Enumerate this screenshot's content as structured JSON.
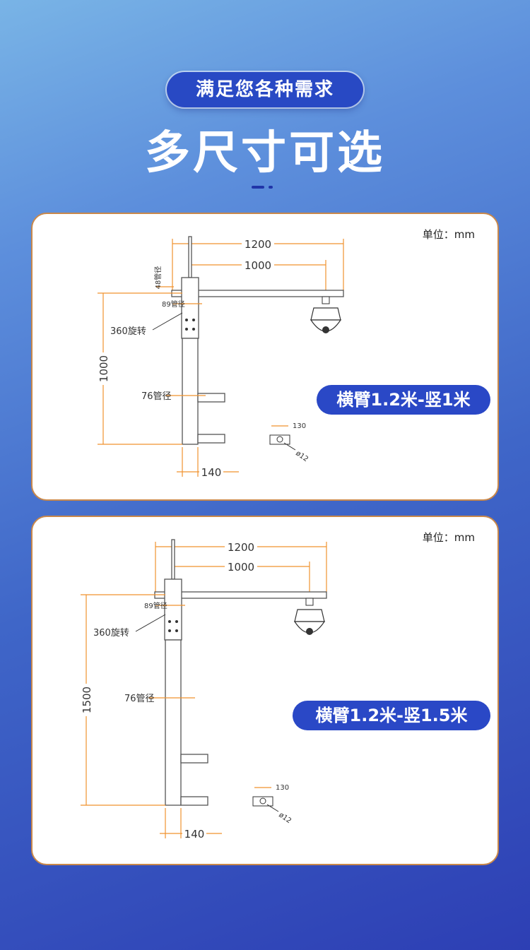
{
  "header": {
    "pill_text": "满足您各种需求",
    "title": "多尺寸可选"
  },
  "cards": [
    {
      "unit_label": "单位：mm",
      "badge": "横臂1.2米-竖1米",
      "dims": {
        "arm_total": "1200",
        "arm_offset": "1000",
        "height": "1000",
        "bracket": "140",
        "plate": "130",
        "hole": "ø12",
        "arm_pipe": "48管径",
        "top_pipe": "89管径",
        "pole_pipe": "76管径",
        "rotate": "360旋转"
      }
    },
    {
      "unit_label": "单位：mm",
      "badge": "横臂1.2米-竖1.5米",
      "dims": {
        "arm_total": "1200",
        "arm_offset": "1000",
        "height": "1500",
        "bracket": "140",
        "plate": "130",
        "hole": "ø12",
        "top_pipe": "89管径",
        "pole_pipe": "76管径",
        "rotate": "360旋转"
      }
    }
  ],
  "colors": {
    "accent": "#2a48c6",
    "dimension_line": "#f0922f",
    "card_border": "#c9884a"
  }
}
